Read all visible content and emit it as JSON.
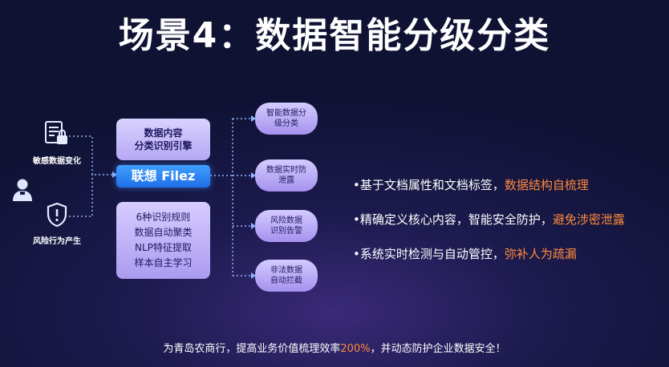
{
  "title": "场景4：数据智能分级分类",
  "left": {
    "top_label": "敏感数据变化",
    "bottom_label": "风险行为产生"
  },
  "center": {
    "engine_line1": "数据内容",
    "engine_line2": "分类识别引擎",
    "brand": "联想 Filez",
    "features": [
      "6种识别规则",
      "数据自动聚类",
      "NLP特征提取",
      "样本自主学习"
    ]
  },
  "outputs": [
    {
      "line1": "智能数据分",
      "line2": "级分类"
    },
    {
      "line1": "数据实时防",
      "line2": "泄露"
    },
    {
      "line1": "风险数据",
      "line2": "识别告警"
    },
    {
      "line1": "非法数据",
      "line2": "自动拦截"
    }
  ],
  "bullets": [
    {
      "prefix": "•基于文档属性和文档标签，",
      "highlight": "数据结构自梳理"
    },
    {
      "prefix": "•精确定义核心内容，智能安全防护，",
      "highlight": "避免涉密泄露"
    },
    {
      "prefix": "•系统实时检测与自动管控，",
      "highlight": "弥补人为疏漏"
    }
  ],
  "footer": {
    "prefix": "为青岛农商行，提高业务价值梳理效率",
    "highlight": "200%",
    "suffix": "，并动态防护企业数据安全！"
  },
  "colors": {
    "highlight": "#ff8a3c",
    "brand_blue": "#2a86ff",
    "box_lavender": "#c9bdfb"
  }
}
